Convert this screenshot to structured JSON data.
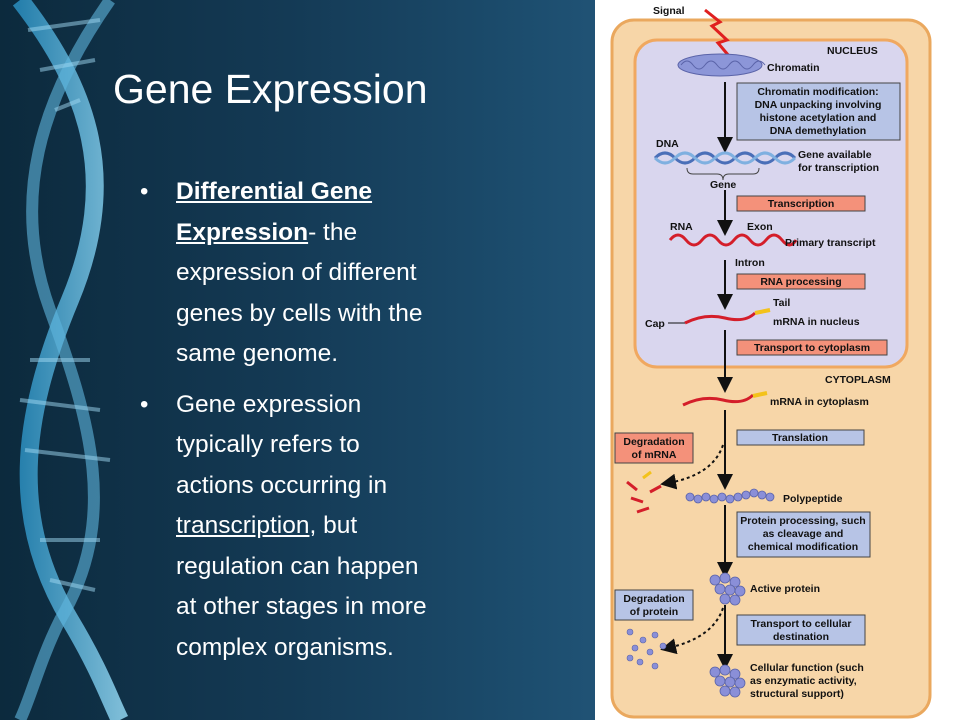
{
  "slide": {
    "title": "Gene Expression",
    "bullets": [
      {
        "term_line1": "Differential Gene",
        "term_line2": "Expression",
        "dash_rest": "- the",
        "rest_lines": [
          "expression of different",
          "genes by cells with the",
          "same genome."
        ]
      },
      {
        "line1": "Gene expression",
        "line2": "typically refers to",
        "line3": "actions occurring in",
        "line4_underlined": "transcription",
        "line4_rest": ", but",
        "line5": "regulation can happen",
        "line6": "at other stages in more",
        "line7": "complex organisms."
      }
    ],
    "bullet_char": "•"
  },
  "diagram": {
    "signal": "Signal",
    "nucleus": "NUCLEUS",
    "chromatin": "Chromatin",
    "chromatin_mod": [
      "Chromatin modification:",
      "DNA unpacking involving",
      "histone acetylation and",
      "DNA demethylation"
    ],
    "dna": "DNA",
    "gene_available": [
      "Gene available",
      "for transcription"
    ],
    "gene": "Gene",
    "transcription": "Transcription",
    "rna": "RNA",
    "exon": "Exon",
    "primary_transcript": "Primary transcript",
    "intron": "Intron",
    "rna_processing": "RNA processing",
    "tail": "Tail",
    "cap": "Cap",
    "mrna_nucleus": "mRNA in nucleus",
    "transport_cytoplasm": "Transport to cytoplasm",
    "cytoplasm": "CYTOPLASM",
    "mrna_cytoplasm": "mRNA in cytoplasm",
    "degradation_mrna": [
      "Degradation",
      "of mRNA"
    ],
    "translation": "Translation",
    "polypeptide": "Polypeptide",
    "protein_processing": [
      "Protein processing, such",
      "as cleavage and",
      "chemical modification"
    ],
    "active_protein": "Active protein",
    "degradation_protein": [
      "Degradation",
      "of protein"
    ],
    "transport_cellular": [
      "Transport to cellular",
      "destination"
    ],
    "cellular_function": [
      "Cellular function (such",
      "as enzymatic activity,",
      "structural support)"
    ],
    "colors": {
      "cell_fill": "#f7d6a8",
      "cell_stroke": "#e8a45a",
      "nucleus_fill": "#d9d6ee",
      "nucleus_stroke": "#f0a860",
      "box_blue": "#b7c4e6",
      "box_salmon": "#f4917a",
      "rna_red": "#d41e2a",
      "dna_blue": "#4a6fb8",
      "protein": "#8a8fd8"
    }
  }
}
